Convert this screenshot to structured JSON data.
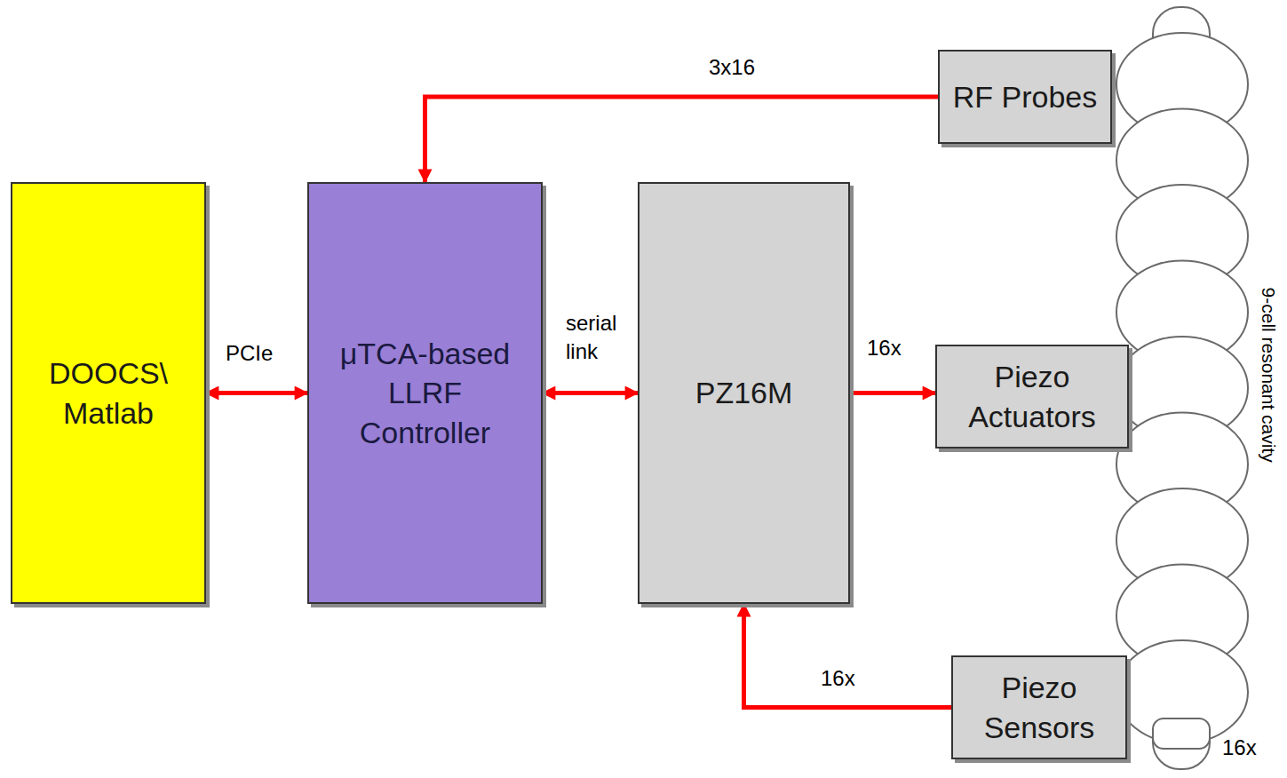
{
  "diagram": {
    "nodes": [
      {
        "text": [
          "DOOCS\\ Matlab"
        ]
      },
      {
        "text": [
          "μTCA-based LLRF Controller"
        ]
      },
      {
        "text": [
          "PZ16M"
        ]
      },
      {
        "text": [
          "RF Probes"
        ]
      },
      {
        "text": [
          "Piezo Actuators"
        ]
      },
      {
        "text": [
          "Piezo Sensors"
        ]
      }
    ],
    "edges": [
      {
        "from": 0,
        "to": 1,
        "label": "PCIe",
        "arrow": "both"
      },
      {
        "from": 1,
        "to": 2,
        "label": "serial link",
        "arrow": "both"
      },
      {
        "from": 3,
        "to": 1,
        "label": "3x16",
        "arrow": "to"
      },
      {
        "from": 2,
        "to": 4,
        "label": "16x",
        "arrow": "to"
      },
      {
        "from": 5,
        "to": 2,
        "label": "16x",
        "arrow": "to"
      }
    ],
    "labels": [
      "9-cell resonant cavity",
      "16x"
    ]
  }
}
